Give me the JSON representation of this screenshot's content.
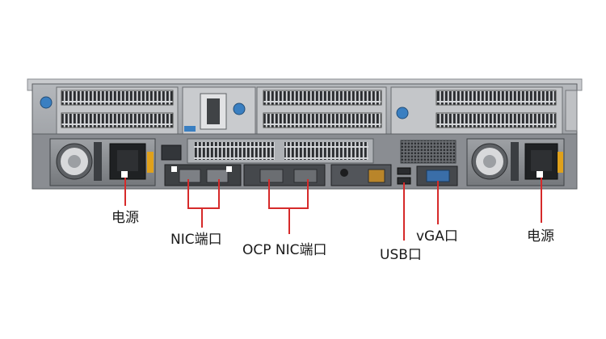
{
  "labels": {
    "power_left": "电源",
    "nic_ports": "NIC端口",
    "ocp_nic_ports": "OCP NIC端口",
    "usb_port": "USB口",
    "vga_port": "vGA口",
    "power_right": "电源"
  },
  "colors": {
    "callout": "#d62a2a",
    "chassis": "#8e9196",
    "chassis_dark": "#54575b",
    "accent_blue": "#3a7fc1"
  }
}
